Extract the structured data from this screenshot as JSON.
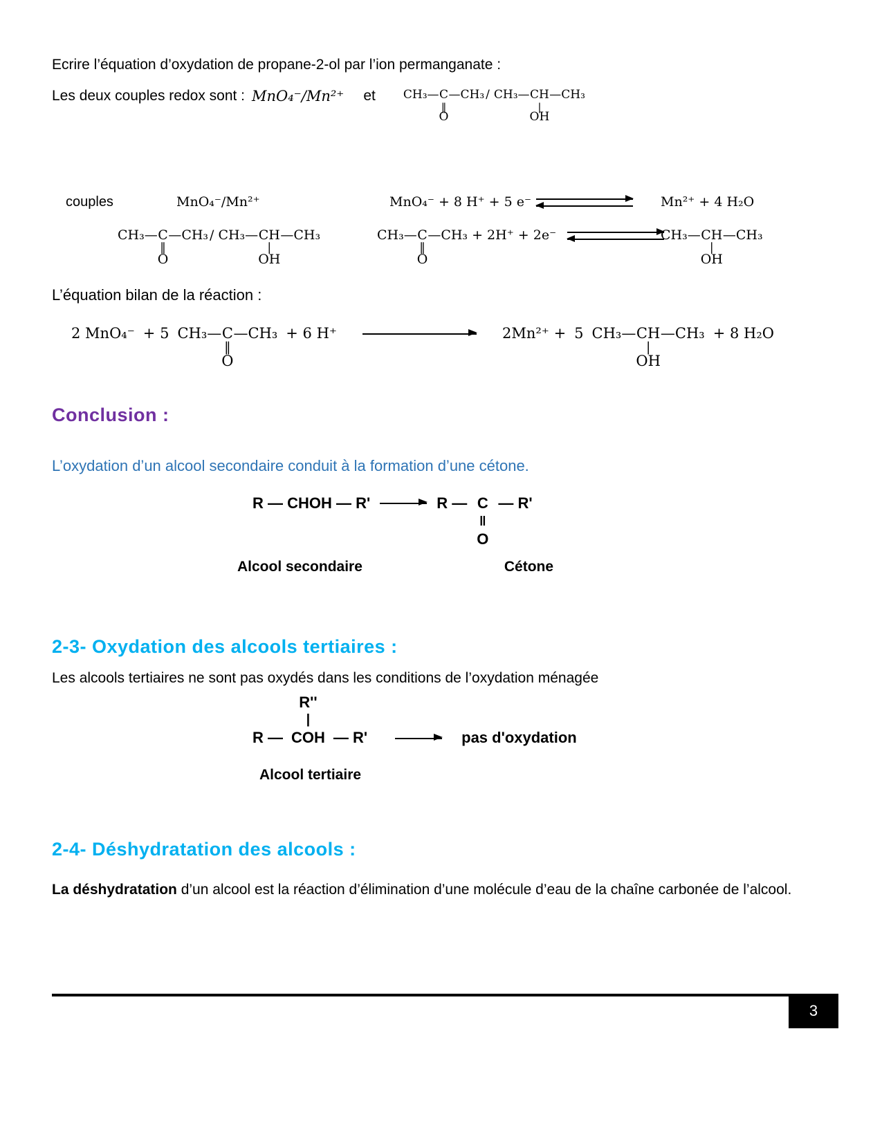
{
  "doc": {
    "para1": "Ecrire l’équation d’oxydation de propane-2-ol par l’ion permanganate :",
    "couples_intro": "Les deux couples redox sont :",
    "couples_math": "MnO₄⁻/Mn²⁺",
    "et": "et",
    "bilan_title": "L’équation bilan de la réaction :"
  },
  "chem": {
    "ketone": {
      "pre": "CH₃—",
      "atom": "C",
      "bond": "‖",
      "sub": "O",
      "post": "—CH₃"
    },
    "alcohol": {
      "pre": "CH₃—",
      "atom": "CH",
      "bond": "|",
      "sub": "OH",
      "post": "—CH₃"
    },
    "slash": "/"
  },
  "table": {
    "label": "couples",
    "couple1": "MnO₄⁻/Mn²⁺",
    "half1_left": "MnO₄⁻ + 8 H⁺ + 5 e⁻",
    "half1_right": "Mn²⁺ + 4 H₂O",
    "half2_extra": " + 2H⁺ + 2e⁻"
  },
  "bilan": {
    "lhs1": "2 MnO₄⁻",
    "lhs2": "+ 5",
    "lhs3": "+ 6 H⁺",
    "rhs1": "2Mn²⁺ +",
    "rhs2": "5",
    "rhs3": "+ 8 H₂O"
  },
  "conclusion": {
    "heading": "Conclusion :",
    "text": "L’oxydation d’un alcool secondaire conduit à la formation d’une cétone."
  },
  "secondary": {
    "lhs": "R — CHOH — R'",
    "rhs_pre": "R —",
    "atom": "C",
    "bond": "‖",
    "sub": "O",
    "rhs_post": "— R'",
    "label_left": "Alcool secondaire",
    "label_right": "Cétone"
  },
  "s23": {
    "heading": "2-3- Oxydation des alcools tertiaires :",
    "text": "Les alcools tertiaires ne sont pas oxydés dans les conditions de l’oxydation ménagée"
  },
  "tertiary": {
    "pre": "R —",
    "top": "R''",
    "bond": "|",
    "atom": "COH",
    "post": "— R'",
    "result": "pas d'oxydation",
    "label": "Alcool tertiaire"
  },
  "s24": {
    "heading": "2-4- Déshydratation  des alcools :",
    "lead": "La déshydratation",
    "rest": " d’un alcool est la réaction d’élimination d’une molécule d’eau de la chaîne carbonée de l’alcool."
  },
  "footer": {
    "page": "3"
  }
}
